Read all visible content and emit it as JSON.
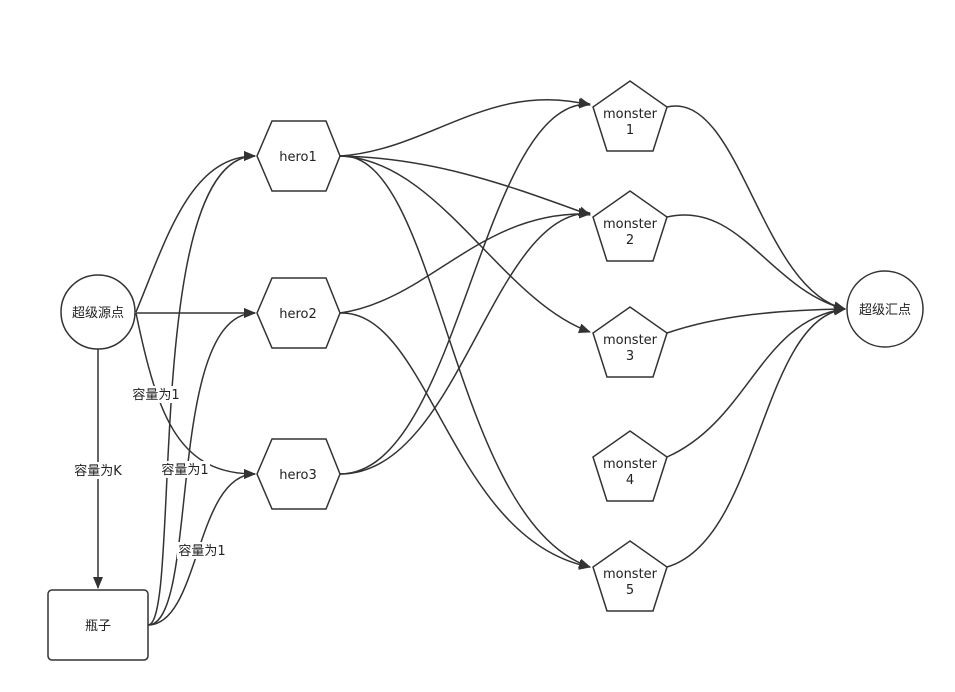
{
  "nodes": {
    "source": {
      "label": "超级源点"
    },
    "sink": {
      "label": "超级汇点"
    },
    "bottle": {
      "label": "瓶子"
    },
    "hero1": {
      "label": "hero1"
    },
    "hero2": {
      "label": "hero2"
    },
    "hero3": {
      "label": "hero3"
    },
    "monster1": {
      "line1": "monster",
      "line2": "1"
    },
    "monster2": {
      "line1": "monster",
      "line2": "2"
    },
    "monster3": {
      "line1": "monster",
      "line2": "3"
    },
    "monster4": {
      "line1": "monster",
      "line2": "4"
    },
    "monster5": {
      "line1": "monster",
      "line2": "5"
    }
  },
  "edge_labels": {
    "source_to_hero3": "容量为1",
    "source_to_bottle": "容量为K",
    "bottle_to_hero2": "容量为1",
    "bottle_to_hero3": "容量为1"
  },
  "colors": {
    "stroke": "#333333",
    "background": "#ffffff"
  }
}
